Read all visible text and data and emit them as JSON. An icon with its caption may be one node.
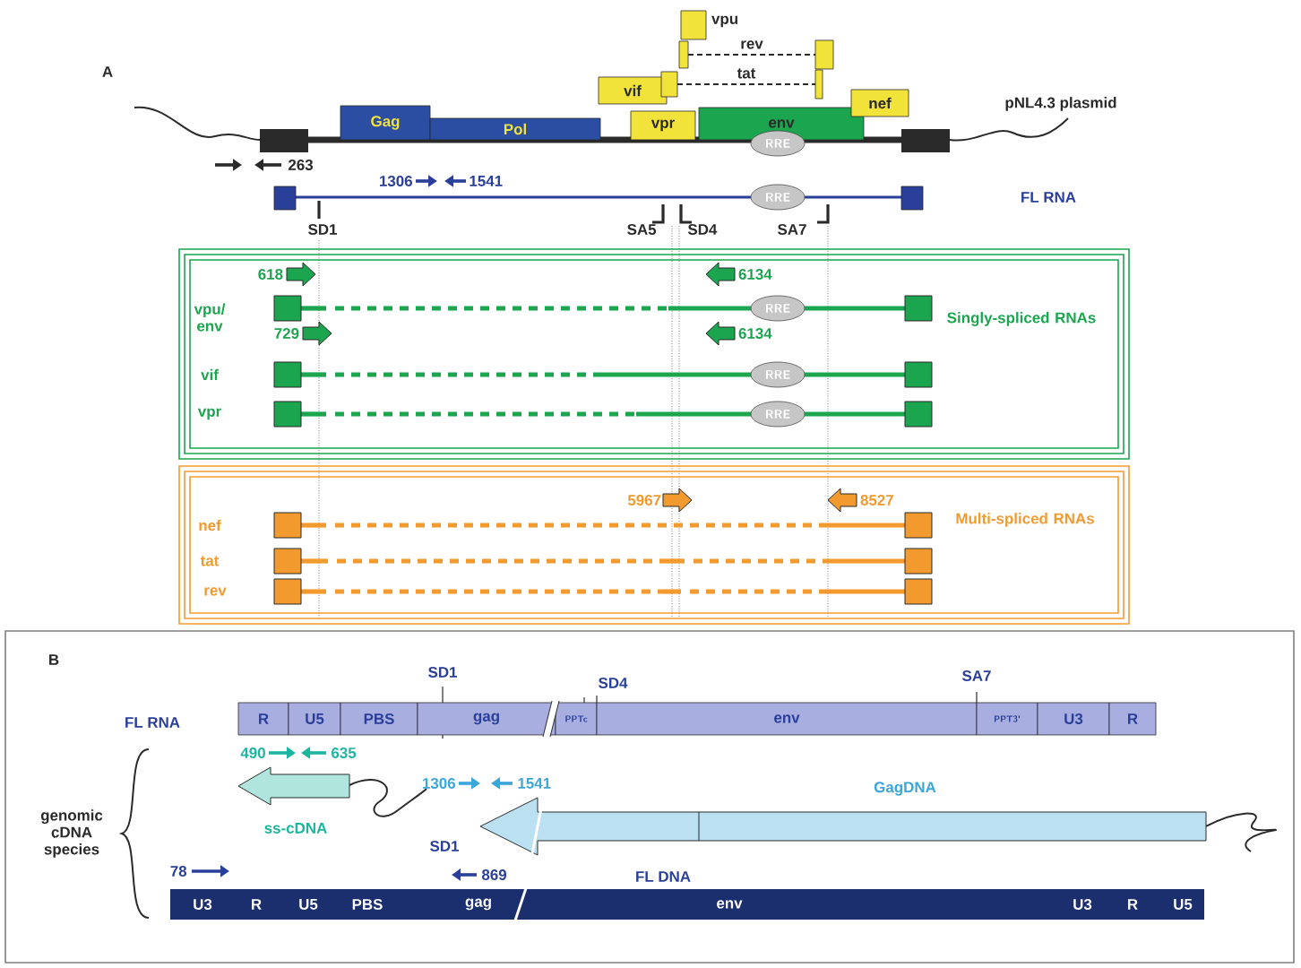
{
  "diagram": {
    "nodes": [
      {
        "text": [
          "Gag"
        ]
      },
      {
        "text": [
          "Pol"
        ]
      },
      {
        "text": [
          "vif"
        ]
      },
      {
        "text": [
          "vpr"
        ]
      },
      {
        "text": [
          "env"
        ]
      },
      {
        "text": [
          "RRE"
        ]
      },
      {
        "text": [
          "nef"
        ]
      },
      {
        "text": [],
        "shape": "box",
        "beside": [
          "vpu"
        ]
      },
      {
        "text": [],
        "shape": "box"
      },
      {
        "text": [],
        "shape": "box"
      },
      {
        "text": [],
        "shape": "box"
      },
      {
        "text": [],
        "shape": "box"
      },
      {
        "text": [
          "RRE"
        ]
      },
      {
        "text": [
          "Singly-spliced RNAs"
        ]
      },
      {
        "text": [
          "RRE"
        ],
        "in": 13
      },
      {
        "text": [
          "RRE"
        ],
        "in": 13
      },
      {
        "text": [
          "RRE"
        ],
        "in": 13
      },
      {
        "text": [
          "Multi-spliced RNAs"
        ]
      },
      {
        "text": [
          "R"
        ]
      },
      {
        "text": [
          "U5"
        ]
      },
      {
        "text": [
          "PBS"
        ]
      },
      {
        "text": [
          "gag"
        ],
        "beside": [
          "SD1"
        ]
      },
      {
        "text": [
          "PPTc"
        ],
        "beside": [
          "SD4"
        ]
      },
      {
        "text": [
          "env"
        ]
      },
      {
        "text": [
          "PPT3'"
        ],
        "beside": [
          "SA7"
        ]
      },
      {
        "text": [
          "U3"
        ]
      },
      {
        "text": [
          "R"
        ]
      },
      {
        "text": [
          "U3",
          "R",
          "U5",
          "PBS",
          "gag",
          "env",
          "U3",
          "R",
          "U5"
        ],
        "beside": [
          "FL DNA"
        ]
      },
      {
        "text": [
          "ss-cDNA"
        ]
      },
      {
        "text": [
          "GagDNA"
        ]
      },
      {
        "text": [
          "618"
        ],
        "in": 13
      },
      {
        "text": [
          "6134"
        ],
        "in": 13
      },
      {
        "text": [
          "729"
        ],
        "in": 13
      },
      {
        "text": [
          "6134"
        ],
        "in": 13
      },
      {
        "text": [
          "5967"
        ],
        "in": 17
      },
      {
        "text": [
          "8527"
        ],
        "in": 17
      }
    ],
    "edges": [
      {
        "from": 8,
        "to": 9,
        "arrow": "none",
        "style": "dashed",
        "label": "rev"
      },
      {
        "from": 10,
        "to": 11,
        "arrow": "none",
        "style": "dashed",
        "label": "tat"
      }
    ],
    "labels": [
      "A",
      "263",
      "pNL4.3 plasmid",
      "1306",
      "1541",
      "FL RNA",
      "SD1",
      "SA5",
      "SD4",
      "SA7",
      "vpu/ env",
      "vif",
      "vpr",
      "nef",
      "tat",
      "rev",
      "B",
      "FL RNA",
      "490",
      "635",
      "1306",
      "1541",
      "genomic cDNA species",
      "78",
      "SD1",
      "869"
    ]
  }
}
